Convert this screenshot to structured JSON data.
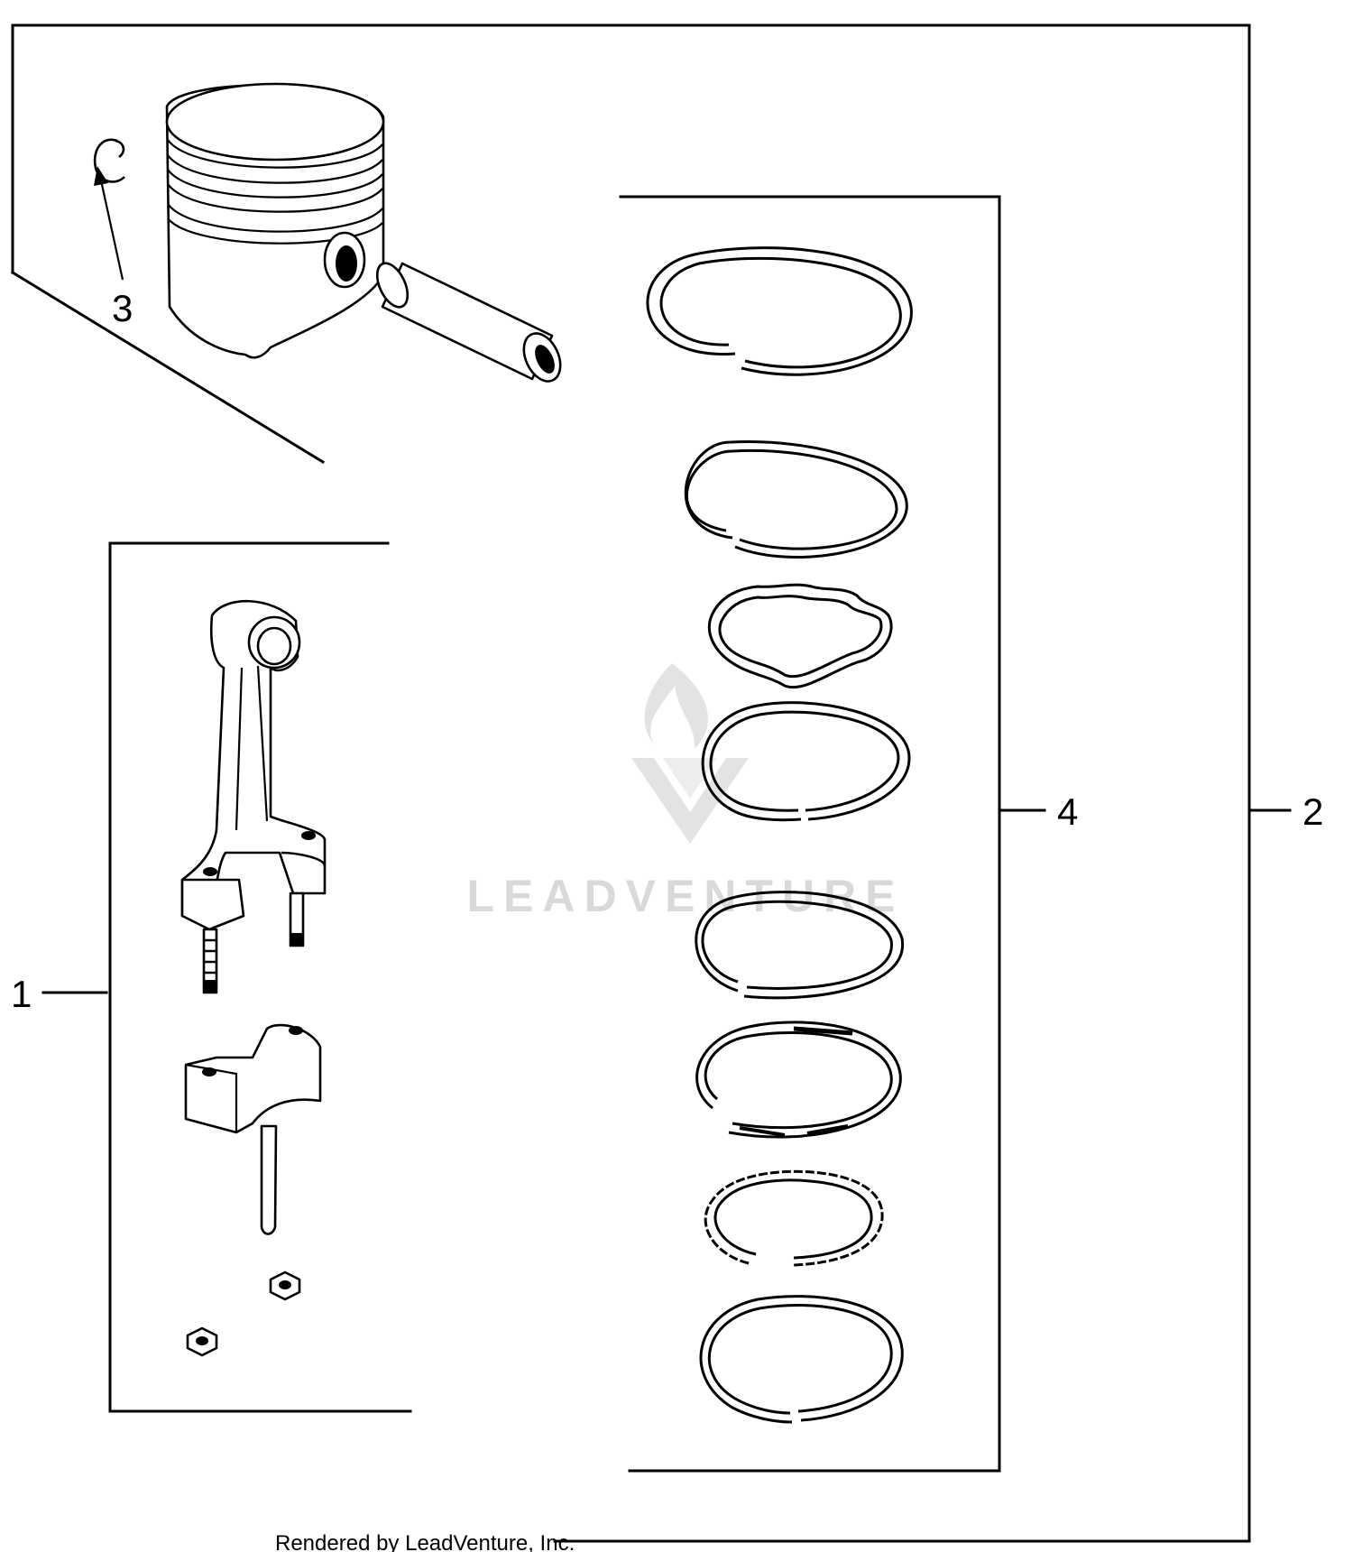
{
  "callouts": {
    "c1": "1",
    "c2": "2",
    "c3": "3",
    "c4": "4"
  },
  "watermark": "LEADVENTURE",
  "footer": "Rendered by LeadVenture, Inc.",
  "colors": {
    "line": "#000000",
    "watermark": "#d9d9d9",
    "background": "#ffffff"
  }
}
